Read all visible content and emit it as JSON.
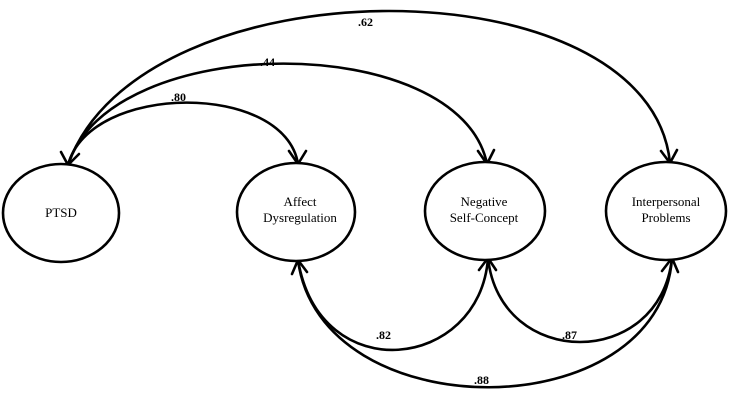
{
  "nodes": {
    "ptsd": {
      "lines": [
        "PTSD"
      ]
    },
    "affect": {
      "lines": [
        "Affect",
        "Dysregulation"
      ]
    },
    "negative": {
      "lines": [
        "Negative",
        "Self-Concept"
      ]
    },
    "interpersonal": {
      "lines": [
        "Interpersonal",
        "Problems"
      ]
    }
  },
  "paths": {
    "ptsd_interpersonal": ".62",
    "ptsd_negative": ".44",
    "ptsd_affect": ".80",
    "affect_negative": ".82",
    "negative_interpersonal": ".87",
    "affect_interpersonal": ".88"
  },
  "colors": {
    "stroke": "#000000",
    "background": "#ffffff"
  }
}
